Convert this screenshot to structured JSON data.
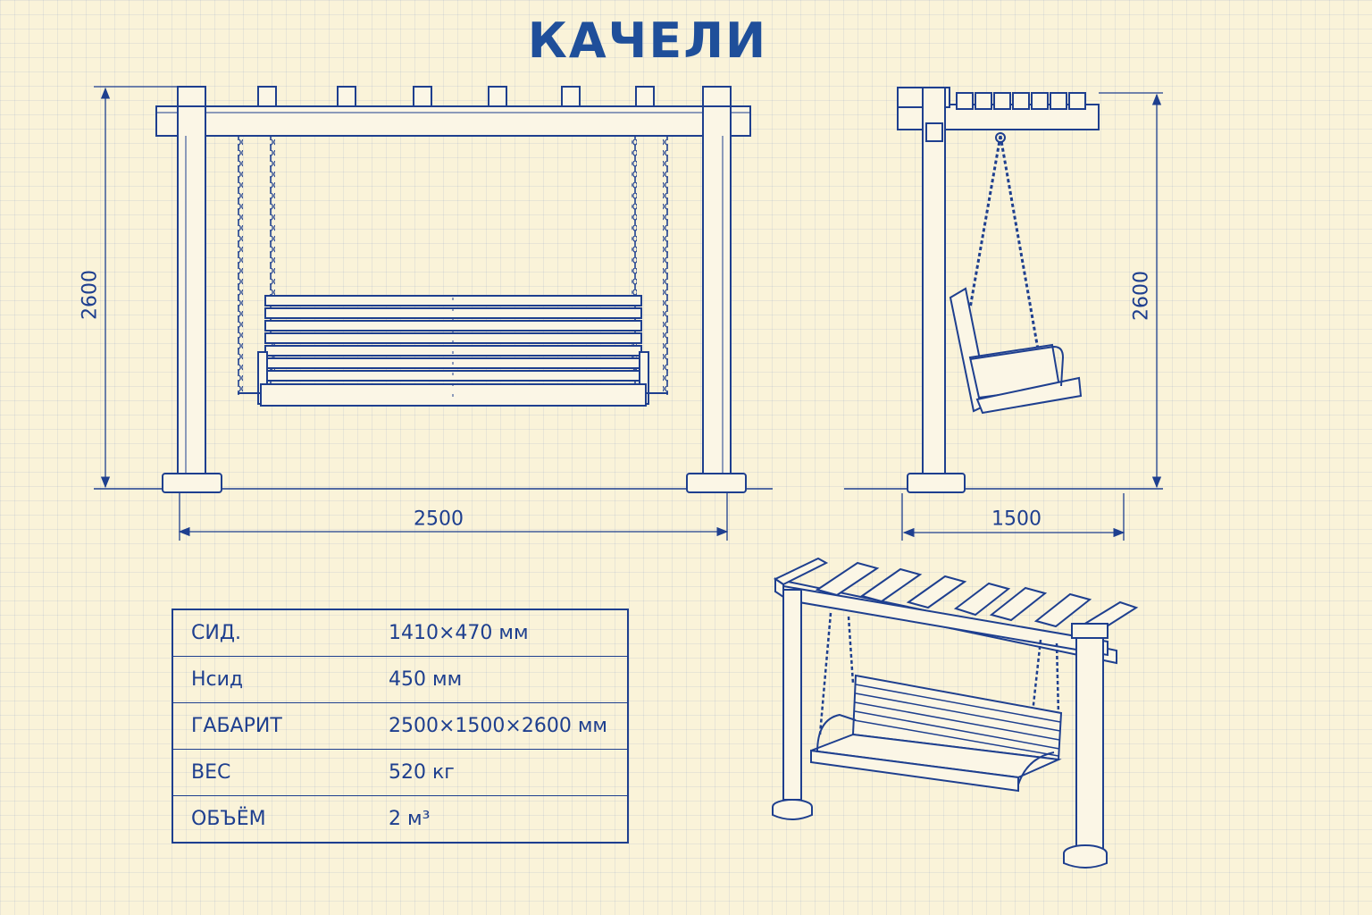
{
  "title": "КАЧЕЛИ",
  "dimensions": {
    "front_height": "2600",
    "front_width": "2500",
    "side_height": "2600",
    "side_depth": "1500"
  },
  "specs": [
    {
      "label": "СИД.",
      "value": "1410×470 мм"
    },
    {
      "label": "Нсид",
      "value": "450 мм"
    },
    {
      "label": "ГАБАРИТ",
      "value": "2500×1500×2600 мм"
    },
    {
      "label": "ВЕС",
      "value": "520 кг"
    },
    {
      "label": "ОБЪЁМ",
      "value": "2 м³"
    }
  ],
  "colors": {
    "ink": "#1e3f8f",
    "title": "#1f4f9a",
    "paper": "#faf3d9",
    "wood": "#fbf6e6"
  }
}
